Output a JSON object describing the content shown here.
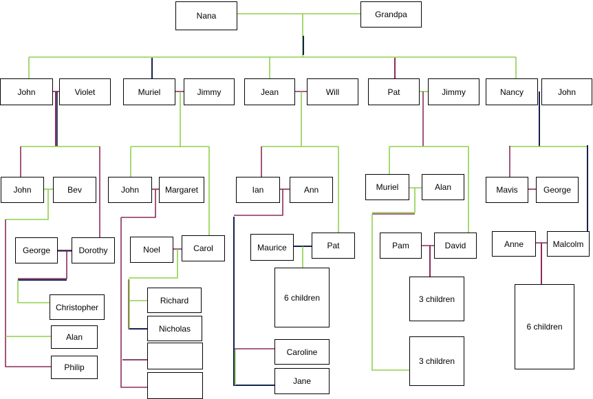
{
  "people": {
    "nana": "Nana",
    "grandpa": "Grandpa",
    "john1": "John",
    "violet": "Violet",
    "muriel1": "Muriel",
    "jimmy1": "Jimmy",
    "jean": "Jean",
    "will": "Will",
    "pat1": "Pat",
    "jimmy2": "Jimmy",
    "nancy": "Nancy",
    "john2": "John",
    "john3": "John",
    "bev": "Bev",
    "george1": "George",
    "dorothy": "Dorothy",
    "christopher": "Christopher",
    "alan1": "Alan",
    "philip": "Philip",
    "john4": "John",
    "margaret": "Margaret",
    "noel": "Noel",
    "carol": "Carol",
    "richard": "Richard",
    "nicholas": "Nicholas",
    "blank1": "",
    "blank2": "",
    "ian": "Ian",
    "ann": "Ann",
    "maurice": "Maurice",
    "pat2": "Pat",
    "six_children_1": "6 children",
    "caroline": "Caroline",
    "jane": "Jane",
    "muriel2": "Muriel",
    "alan2": "Alan",
    "pam": "Pam",
    "david": "David",
    "three_children_1": "3 children",
    "three_children_2": "3 children",
    "mavis": "Mavis",
    "george2": "George",
    "anne": "Anne",
    "malcolm": "Malcolm",
    "six_children_2": "6 children"
  },
  "colors": {
    "green": "#8ed14a",
    "purple": "#8b2a5a",
    "navy": "#14204f",
    "box_border": "#000000"
  }
}
